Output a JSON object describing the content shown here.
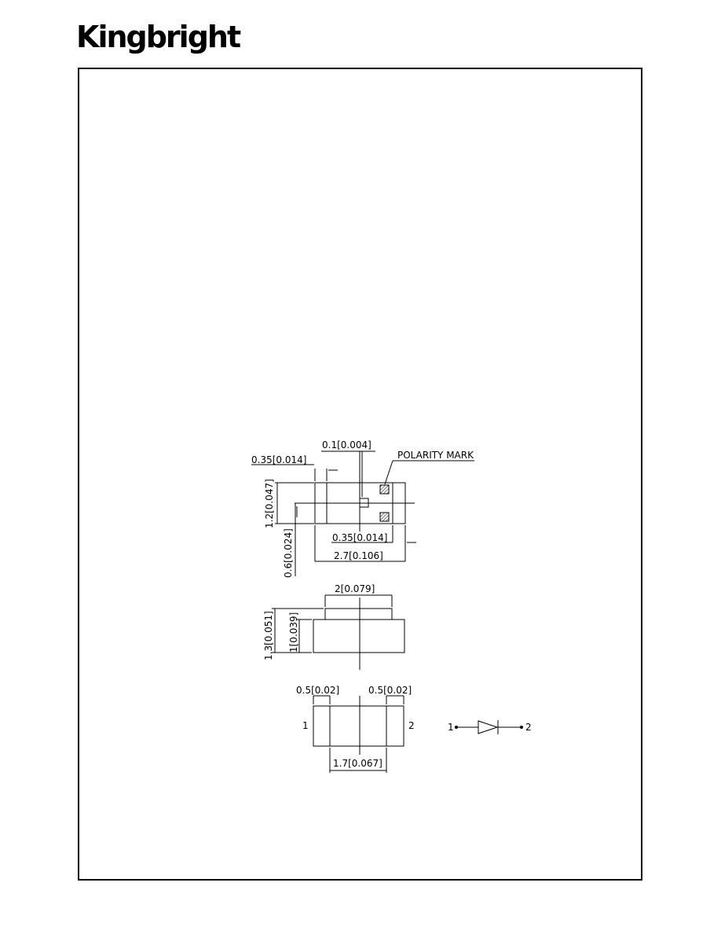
{
  "header": {
    "brand": "Kingbright"
  },
  "drawing": {
    "top_view": {
      "dim_gap": "0.1[0.004]",
      "dim_left_band": "0.35[0.014]",
      "polarity_label": "POLARITY  MARK",
      "dim_height": "1.2[0.047]",
      "dim_half_height": "0.6[0.024]",
      "dim_right_band": "0.35[0.014]",
      "dim_length": "2.7[0.106]"
    },
    "side_view": {
      "dim_lens_width": "2[0.079]",
      "dim_total_height": "1.3[0.051]",
      "dim_body_height": "1[0.039]"
    },
    "bottom_view": {
      "dim_left_pad": "0.5[0.02]",
      "dim_right_pad": "0.5[0.02]",
      "pin_left": "1",
      "pin_right": "2",
      "dim_pad_spacing": "1.7[0.067]"
    },
    "symbol": {
      "pin_left": "1",
      "pin_right": "2"
    }
  }
}
